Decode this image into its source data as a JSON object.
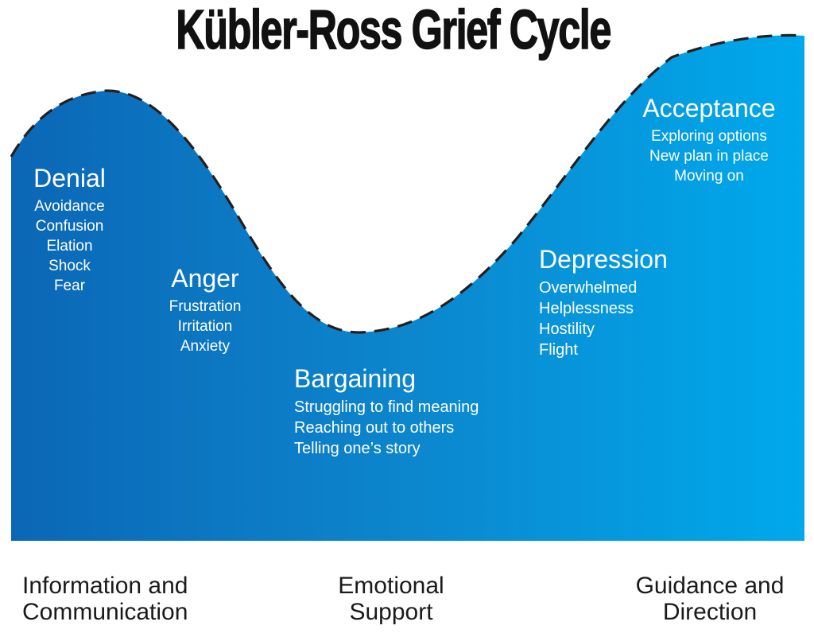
{
  "title": "Kübler-Ross Grief Cycle",
  "stages": [
    {
      "name": "Denial",
      "items": [
        "Avoidance",
        "Confusion",
        "Elation",
        "Shock",
        "Fear"
      ]
    },
    {
      "name": "Anger",
      "items": [
        "Frustration",
        "Irritation",
        "Anxiety"
      ]
    },
    {
      "name": "Bargaining",
      "items": [
        "Struggling to find meaning",
        "Reaching out to others",
        "Telling one’s story"
      ]
    },
    {
      "name": "Depression",
      "items": [
        "Overwhelmed",
        "Helplessness",
        "Hostility",
        "Flight"
      ]
    },
    {
      "name": "Acceptance",
      "items": [
        "Exploring options",
        "New plan in place",
        "Moving on"
      ]
    }
  ],
  "footer": [
    {
      "line1": "Information and",
      "line2": "Communication"
    },
    {
      "line1": "Emotional",
      "line2": "Support"
    },
    {
      "line1": "Guidance and",
      "line2": "Direction"
    }
  ],
  "colors": {
    "gradient_left": "#0b67b6",
    "gradient_mid": "#0c86cd",
    "gradient_right": "#00a9ec",
    "outline": "#231f20",
    "title_text": "#111111",
    "stage_text": "#ffffff",
    "footer_text": "#1a1a1a"
  }
}
